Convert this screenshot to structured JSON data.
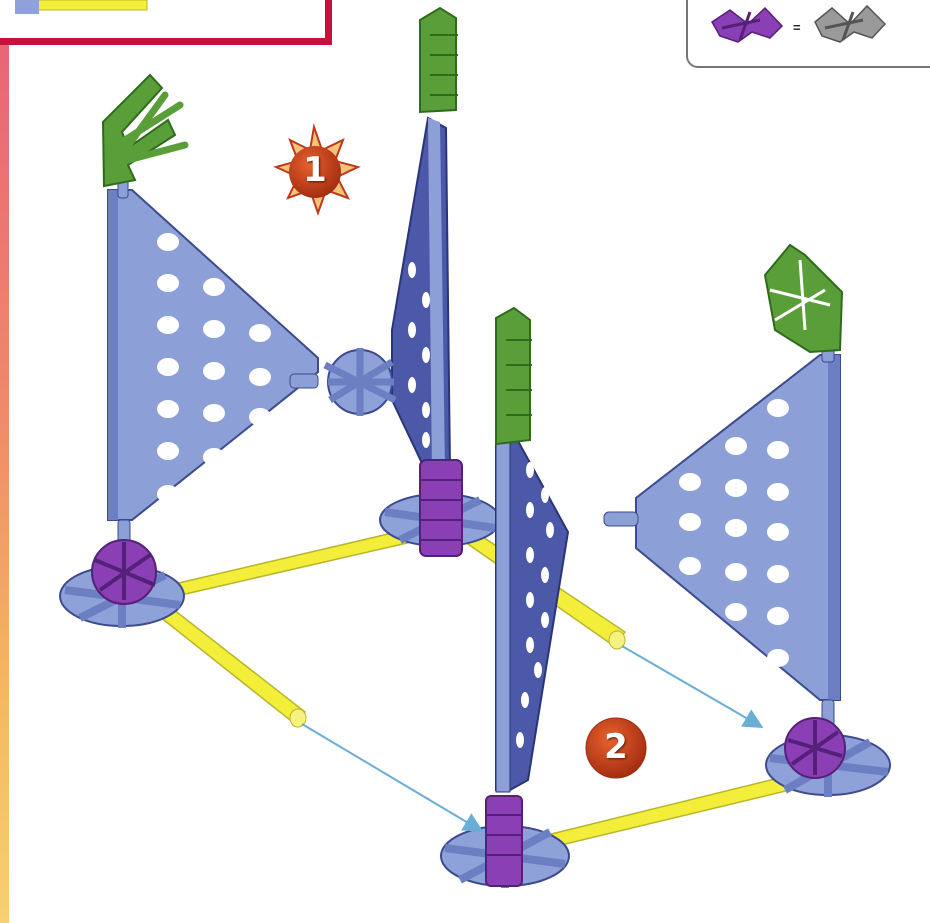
{
  "steps": [
    {
      "number": "1",
      "style": "starburst"
    },
    {
      "number": "2",
      "style": "circle"
    }
  ],
  "legend": {
    "equals": "=",
    "left_part": "purple-connector-icon",
    "right_part": "gray-connector-icon"
  },
  "colors": {
    "panel": "#8c9fd6",
    "panel_dark": "#4b59a8",
    "rod": "#f2ee3a",
    "purple_connector": "#8a3fb5",
    "blue_connector": "#8ea1d8",
    "green_connector": "#5a9e3a",
    "arrow": "#6aaed6",
    "badge": "#c0381a"
  }
}
